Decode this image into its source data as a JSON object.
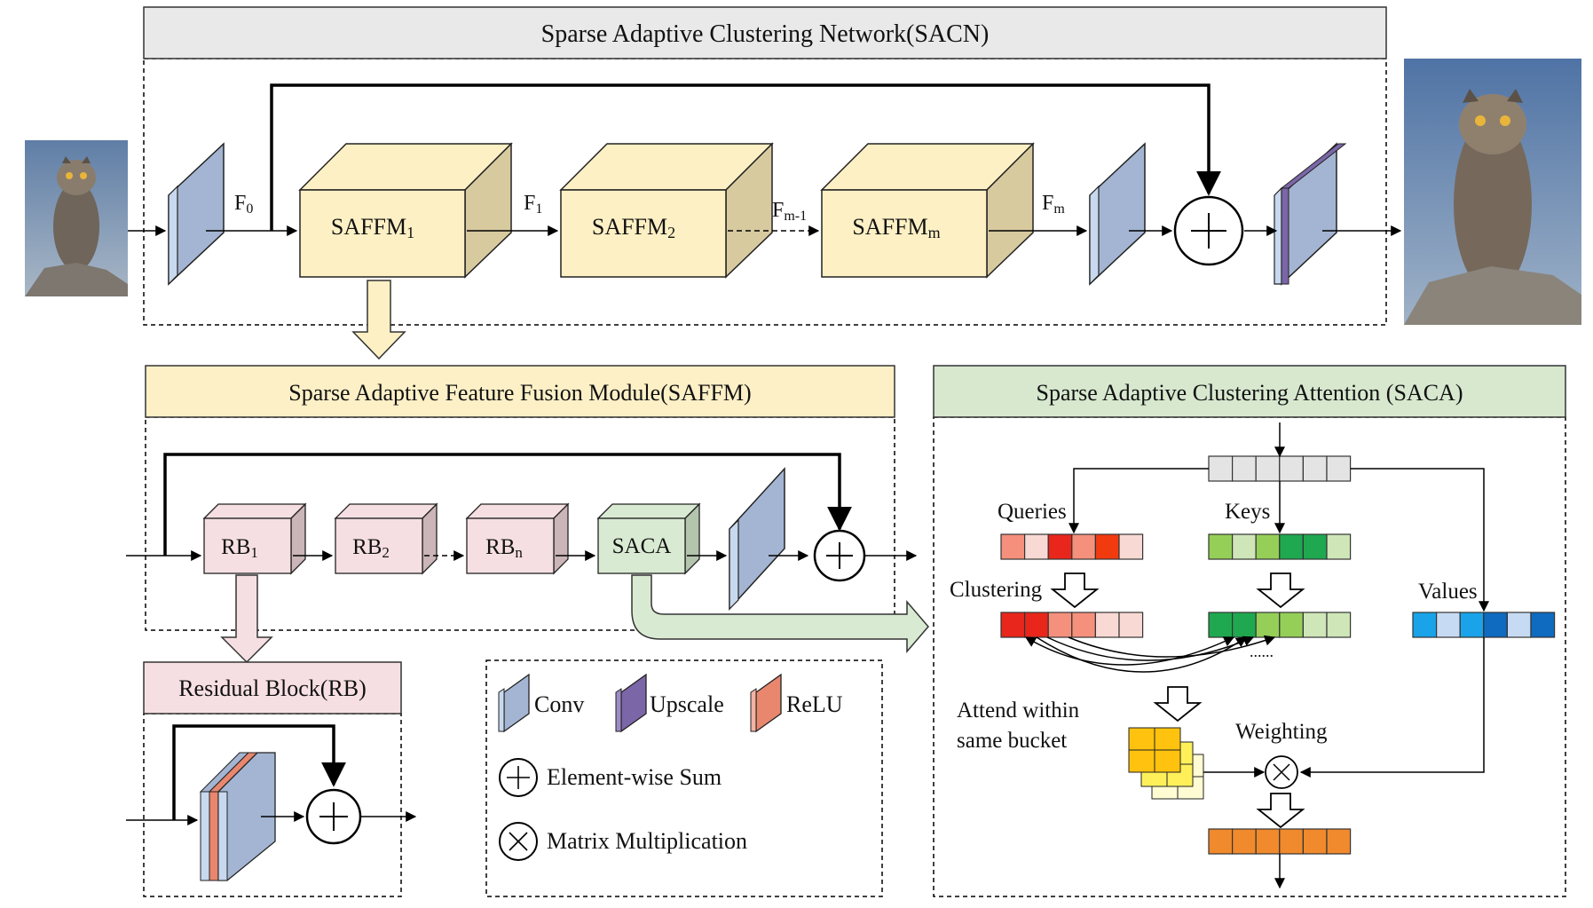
{
  "sacn": {
    "title": "Sparse Adaptive Clustering Network(SACN)",
    "features": {
      "f0": "F",
      "f0_sub": "0",
      "f1": "F",
      "f1_sub": "1",
      "fm1": "F",
      "fm1_sub": "m-1",
      "fm": "F",
      "fm_sub": "m"
    },
    "modules": [
      {
        "name": "SAFFM",
        "sub": "1"
      },
      {
        "name": "SAFFM",
        "sub": "2"
      },
      {
        "name": "SAFFM",
        "sub": "m"
      }
    ]
  },
  "saffm": {
    "title": "Sparse Adaptive Feature Fusion Module(SAFFM)",
    "blocks": [
      {
        "name": "RB",
        "sub": "1"
      },
      {
        "name": "RB",
        "sub": "2"
      },
      {
        "name": "RB",
        "sub": "n"
      }
    ],
    "saca_label": "SACA"
  },
  "saca": {
    "title": "Sparse Adaptive Clustering Attention (SACA)",
    "queries": "Queries",
    "keys": "Keys",
    "values": "Values",
    "clustering": "Clustering",
    "attend_line1": "Attend within",
    "attend_line2": "same bucket",
    "weighting": "Weighting",
    "ellipsis": "......"
  },
  "rb": {
    "title": "Residual Block(RB)"
  },
  "legend": {
    "conv": "Conv",
    "upscale": "Upscale",
    "relu": "ReLU",
    "sum": "Element-wise Sum",
    "matmul": "Matrix Multiplication"
  },
  "colors": {
    "conv": "#a3b5d2",
    "conv_front": "#c8d8ee",
    "upscale": "#7b66a8",
    "relu": "#e8876e",
    "saffm_box": "#fdf0c4",
    "saffm_header": "#fdf0c6",
    "saca_header": "#d7e8cf",
    "rb_box": "#f6dfe2",
    "saca_box": "#d9ead3",
    "sacn_header": "#e9e9e9",
    "queries": [
      "#f4907c",
      "#f9d9d4",
      "#e8261b",
      "#f4907c",
      "#f23a0f",
      "#f9d9d4"
    ],
    "keys": [
      "#95cf57",
      "#cfe6b8",
      "#95cf57",
      "#1fa84f",
      "#1fa84f",
      "#cfe6b8"
    ],
    "clustered_queries": [
      "#e8261b",
      "#e8261b",
      "#f4907c",
      "#f4907c",
      "#f9d9d4",
      "#f9d9d4"
    ],
    "clustered_keys": [
      "#1fa84f",
      "#1fa84f",
      "#95cf57",
      "#95cf57",
      "#cfe6b8",
      "#cfe6b8"
    ],
    "values": [
      "#1aa3e8",
      "#c7daf3",
      "#1aa3e8",
      "#0e6bbf",
      "#c7daf3",
      "#0e6bbf"
    ],
    "input_tokens": "#e4e4e4",
    "output_tokens": "#f08a2c"
  }
}
